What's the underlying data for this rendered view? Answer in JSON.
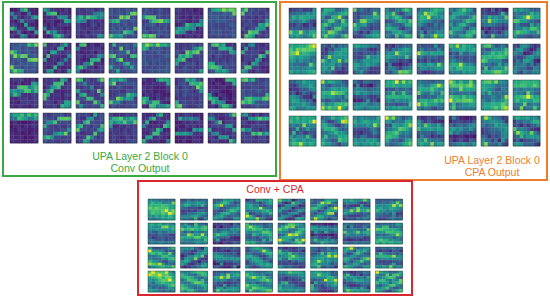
{
  "diagram": {
    "nodes": [
      {
        "text": [
          "UPA Layer 2 Block 0 Conv Output"
        ]
      },
      {
        "text": [
          "UPA Layer 2 Block 0 CPA Output"
        ]
      },
      {
        "text": [
          "Conv + CPA"
        ]
      }
    ]
  }
}
